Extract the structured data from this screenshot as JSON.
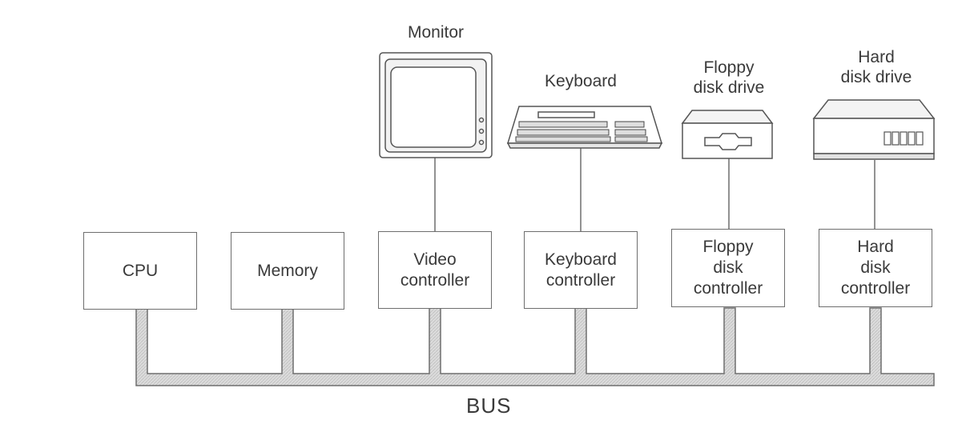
{
  "devices": {
    "monitor": "Monitor",
    "keyboard": "Keyboard",
    "floppy_drive": "Floppy\ndisk drive",
    "hard_drive": "Hard\ndisk drive"
  },
  "controllers": {
    "cpu": "CPU",
    "memory": "Memory",
    "video": "Video\ncontroller",
    "keyboard": "Keyboard\ncontroller",
    "floppy": "Floppy\ndisk\ncontroller",
    "hard": "Hard\ndisk\ncontroller"
  },
  "bus_label": "BUS",
  "colors": {
    "line": "#6e6e6e",
    "bus_fill": "#d6d6d6",
    "text": "#3a3a3a"
  }
}
